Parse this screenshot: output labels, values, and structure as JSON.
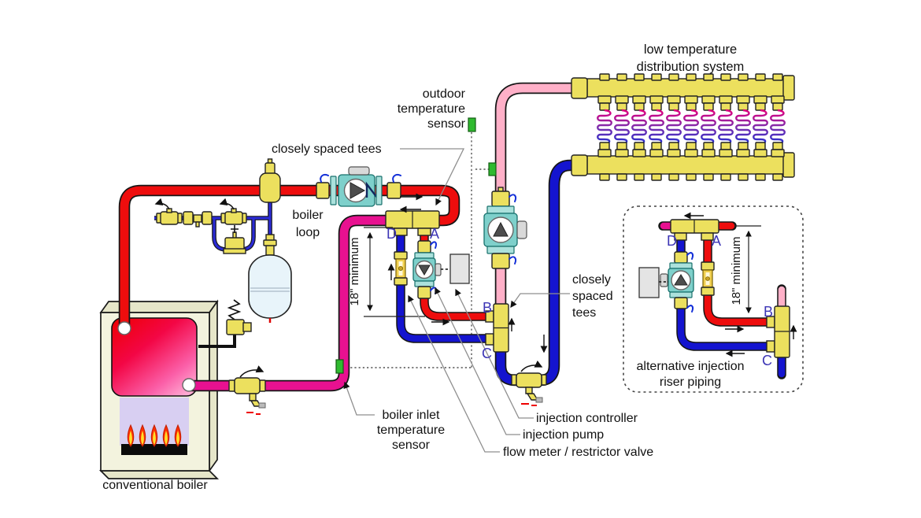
{
  "colors": {
    "hot_supply_red": "#ee0d0d",
    "boiler_return_magenta": "#e81190",
    "low_temp_supply_pink": "#ffb0c8",
    "return_blue": "#1414cf",
    "brass_yellow": "#ece05e",
    "pump_teal": "#7ed0cb",
    "sensor_green": "#2fba2f",
    "port_label_indigo": "#3c35b5"
  },
  "labels": {
    "distribution": {
      "line1": "low temperature",
      "line2": "distribution system"
    },
    "outdoor_sensor": {
      "line1": "outdoor",
      "line2": "temperature",
      "line3": "sensor"
    },
    "closely_spaced_tees_top": "closely spaced tees",
    "boiler_loop": {
      "line1": "boiler",
      "line2": "loop"
    },
    "min_spacing_main": "18\" minimum",
    "min_spacing_alt": "18\" minimum",
    "closely_spaced_tees_right": {
      "line1": "closely",
      "line2": "spaced",
      "line3": "tees"
    },
    "injection_controller": "injection controller",
    "injection_pump": "injection pump",
    "flow_meter": "flow meter / restrictor valve",
    "boiler_inlet_sensor": {
      "line1": "boiler inlet",
      "line2": "temperature",
      "line3": "sensor"
    },
    "conventional_boiler": "conventional boiler",
    "alternative": {
      "line1": "alternative injection",
      "line2": "riser piping"
    }
  },
  "ports": {
    "main": {
      "d": "D",
      "a": "A",
      "b": "B",
      "c": "C"
    },
    "alt": {
      "d": "D",
      "a": "A",
      "b": "B",
      "c": "C"
    }
  }
}
